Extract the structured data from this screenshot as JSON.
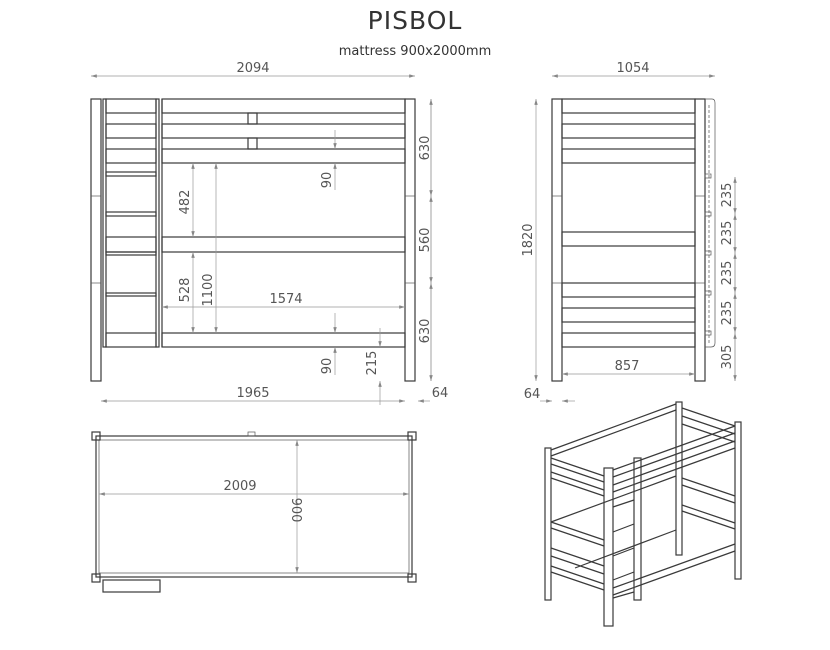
{
  "title": "PISBOL",
  "subtitle": "mattress 900x2000mm",
  "front_view": {
    "overall_width": "2094",
    "inner_length": "1965",
    "post_width": "64",
    "top_section": "630",
    "middle_section": "560",
    "bottom_section": "630",
    "upper_clearance": "482",
    "lower_clearance": "528",
    "bed_spacing": "1100",
    "ladder_gap": "1574",
    "rail_height_top": "90",
    "rail_height_bottom": "90",
    "floor_clearance": "215"
  },
  "side_view": {
    "overall_width": "1054",
    "height": "1820",
    "inner_width": "857",
    "post_width": "64",
    "rung_spacing": [
      "235",
      "235",
      "235",
      "235"
    ],
    "ladder_bottom": "305"
  },
  "top_view": {
    "length": "2009",
    "width": "900"
  },
  "colors": {
    "line": "#3a3a3a",
    "dimension": "#999999"
  }
}
